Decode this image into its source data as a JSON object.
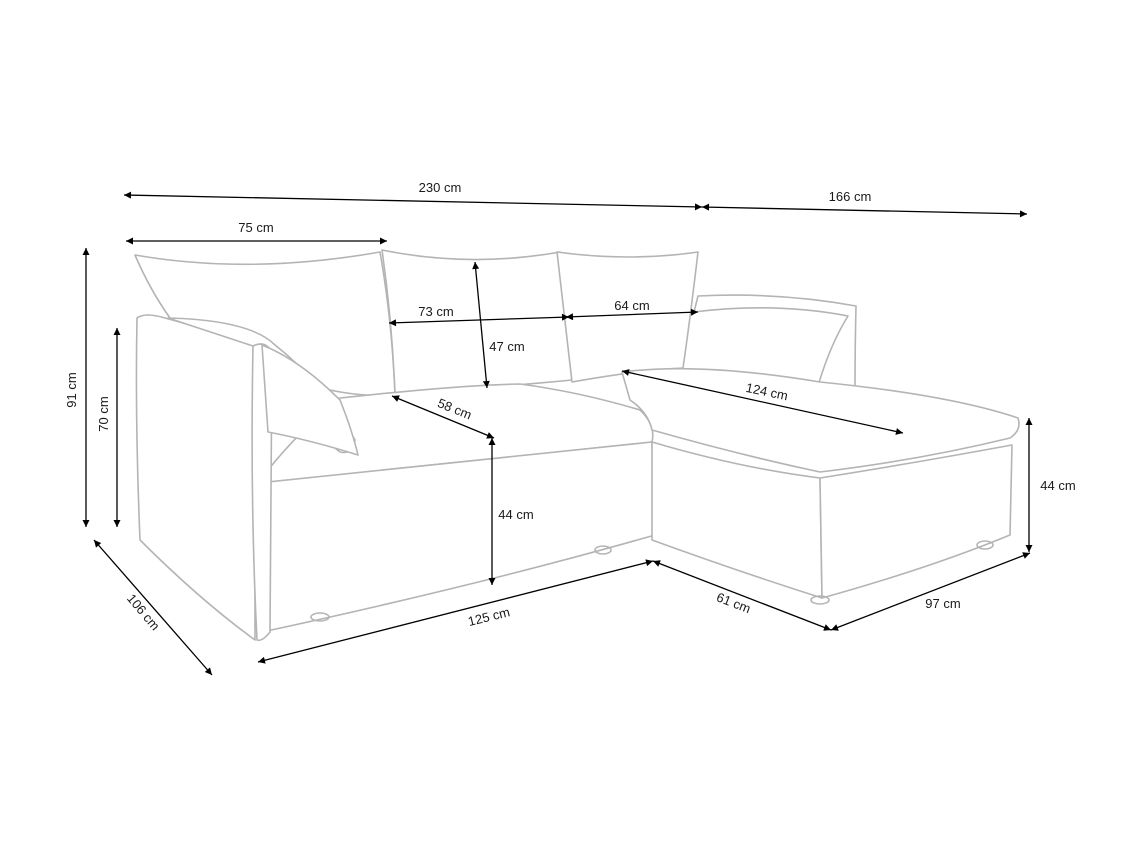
{
  "dimensions": {
    "total_width": "230 cm",
    "chaise_width": "166 cm",
    "armrest_cushion_width": "75 cm",
    "back_cushion_left_width": "73 cm",
    "back_cushion_right_width": "64 cm",
    "back_cushion_height": "47 cm",
    "total_height": "91 cm",
    "armrest_height": "70 cm",
    "depth": "106 cm",
    "seat_depth": "58 cm",
    "seat_height": "44 cm",
    "chaise_height": "44 cm",
    "chaise_seat_length": "124 cm",
    "front_width": "125 cm",
    "chaise_inner_depth": "61 cm",
    "chaise_front_width": "97 cm"
  }
}
